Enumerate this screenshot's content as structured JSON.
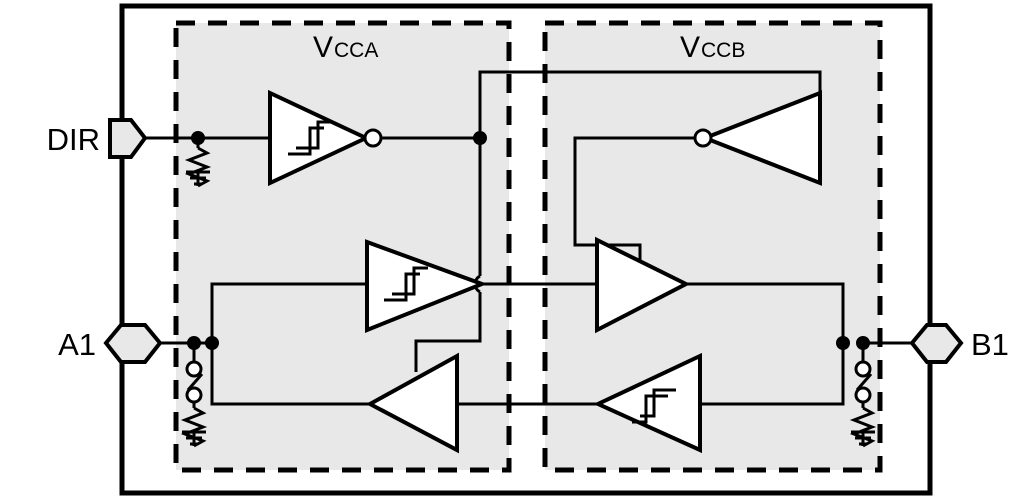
{
  "diagram": {
    "title": "Bidirectional voltage-level translator logic diagram",
    "colors": {
      "line": "#000000",
      "domain_fill": "#e8e8e8",
      "pin_fill": "#e8e8e8",
      "background": "#ffffff"
    }
  },
  "pins": [
    {
      "id": "dir",
      "label": "DIR",
      "type": "input-pin",
      "shape": "pentagon"
    },
    {
      "id": "a1",
      "label": "A1",
      "type": "bidirectional-pin",
      "shape": "hexagon"
    },
    {
      "id": "b1",
      "label": "B1",
      "type": "bidirectional-pin",
      "shape": "hexagon"
    }
  ],
  "domains": [
    {
      "id": "vcca",
      "base": "V",
      "sub": "CCA",
      "label": "VCCA"
    },
    {
      "id": "vccb",
      "base": "V",
      "sub": "CCB",
      "label": "VCCB"
    }
  ],
  "gates": [
    {
      "id": "dir-inverter",
      "type": "inverter",
      "symbol": "schmitt",
      "direction": "right",
      "bubble": true
    },
    {
      "id": "dir-inverter-b",
      "type": "inverter",
      "symbol": "plain",
      "direction": "left",
      "bubble": true
    },
    {
      "id": "a-to-b-driver",
      "type": "buffer",
      "symbol": "schmitt",
      "direction": "right",
      "bubble": false
    },
    {
      "id": "b-side-output-driver",
      "type": "buffer",
      "symbol": "plain",
      "direction": "right",
      "bubble": false
    },
    {
      "id": "a-side-output-driver",
      "type": "buffer",
      "symbol": "plain",
      "direction": "left",
      "bubble": false
    },
    {
      "id": "b-to-a-driver",
      "type": "buffer",
      "symbol": "schmitt",
      "direction": "left",
      "bubble": false
    }
  ],
  "passives": [
    {
      "id": "dir-pulldown",
      "type": "resistor-to-ground",
      "near": "DIR"
    },
    {
      "id": "a1-switch",
      "type": "switch",
      "near": "A1",
      "state": "open"
    },
    {
      "id": "a1-pulldown",
      "type": "resistor-to-ground",
      "near": "A1"
    },
    {
      "id": "b1-switch",
      "type": "switch",
      "near": "B1",
      "state": "open"
    },
    {
      "id": "b1-pulldown",
      "type": "resistor-to-ground",
      "near": "B1"
    }
  ],
  "nodes": [
    {
      "id": "dir-node",
      "kind": "junction-dot"
    },
    {
      "id": "dir-fanout",
      "kind": "junction-dot"
    },
    {
      "id": "a1-node-1",
      "kind": "junction-dot"
    },
    {
      "id": "a1-node-2",
      "kind": "junction-dot"
    },
    {
      "id": "b1-node-1",
      "kind": "junction-dot"
    },
    {
      "id": "b1-node-2",
      "kind": "junction-dot"
    },
    {
      "id": "enable-hop",
      "kind": "wire-hop"
    }
  ]
}
